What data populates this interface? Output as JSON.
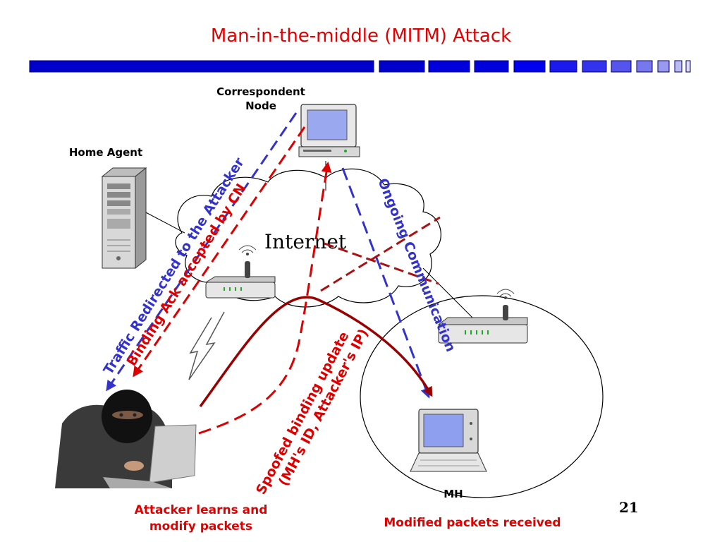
{
  "title": "Man-in-the-middle (MITM) Attack",
  "labels": {
    "correspondent_node": "Correspondent Node",
    "home_agent": "Home Agent",
    "internet": "Internet",
    "mh": "MH",
    "ongoing_communication": "Ongoing Communication",
    "traffic_redirected": "Traffic Redirected to the Attacker",
    "binding_ack": "Binding Ack accepted by CN",
    "spoofed_binding_line1": "Spoofed binding update",
    "spoofed_binding_line2": "(MH's ID, Attacker's IP)",
    "attacker_caption": "Attacker learns and modify packets",
    "modified_caption": "Modified packets received"
  },
  "page_number": "21",
  "colors": {
    "title": "#e00000",
    "header_bar": "#0000cc",
    "blue_arrow": "#3333cc",
    "red_arrow": "#dd0000",
    "dark_red": "#990000"
  },
  "icons": {
    "correspondent_node": "desktop-computer-icon",
    "home_agent": "server-tower-icon",
    "router_left": "wireless-router-icon",
    "router_right": "wireless-router-icon",
    "mh": "laptop-icon",
    "attacker": "hooded-attacker-icon",
    "wireless": "lightning-icon"
  }
}
